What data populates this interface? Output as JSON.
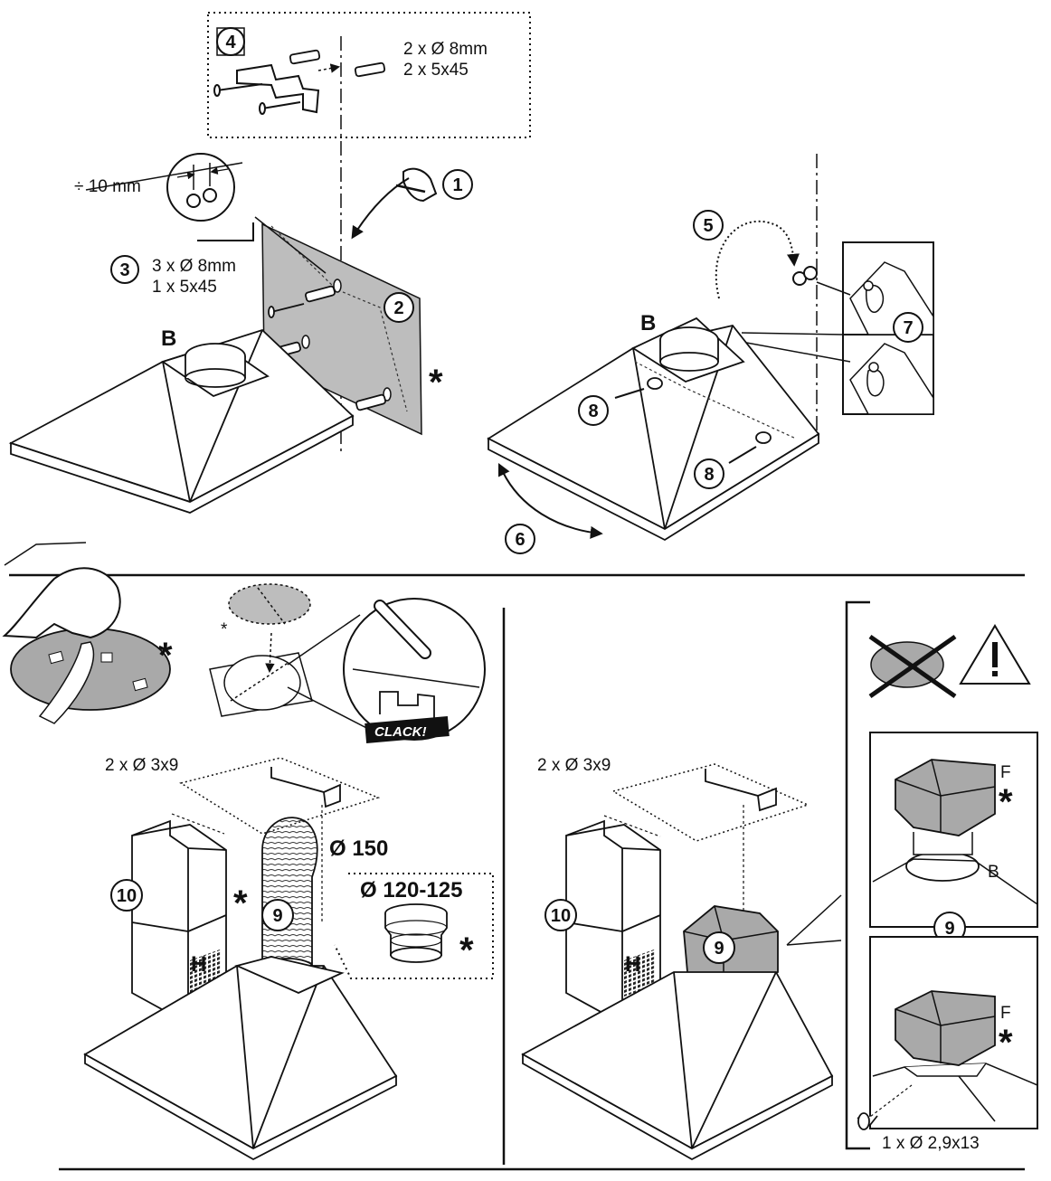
{
  "colors": {
    "line": "#111111",
    "panel_gray": "#bfbfbf",
    "box_gray": "#a9a9a9",
    "background": "#ffffff"
  },
  "icons": [
    "hand-icon",
    "warning-triangle-icon",
    "crossed-filter-icon",
    "screw-icon",
    "wall-plug-icon",
    "washer-icon"
  ],
  "top_left": {
    "step4_box": {
      "step": "4",
      "plug_line": "2 x Ø 8mm",
      "screw_line": "2 x 5x45"
    },
    "gap_label": "÷ 10 mm",
    "step1": "1",
    "step2": "2",
    "step3": {
      "step": "3",
      "plug_line": "3 x Ø 8mm",
      "screw_line": "1 x 5x45"
    },
    "outlet_label": "B",
    "star": "*"
  },
  "top_right": {
    "step5": "5",
    "step6": "6",
    "step7": "7",
    "step8a": "8",
    "step8b": "8",
    "outlet_label": "B"
  },
  "bottom_left": {
    "top_star": "*",
    "small_star": "*",
    "clack": "CLACK!",
    "screws_label": "2 x Ø 3x9",
    "flue_number": "10",
    "flue_letter": "H",
    "flue_star": "*",
    "pipe_number": "9",
    "pipe_diameter": "Ø 150",
    "reducer_label": "Ø 120-125",
    "reducer_star": "*"
  },
  "bottom_right": {
    "screws_label": "2 x Ø 3x9",
    "flue_number": "10",
    "flue_letter": "H",
    "deflector_number": "9",
    "detail_upper": {
      "letter_f": "F",
      "letter_b": "B",
      "star": "*"
    },
    "detail_number": "9",
    "detail_lower": {
      "letter_f": "F",
      "star": "*"
    },
    "screw_label": "1 x Ø 2,9x13"
  }
}
